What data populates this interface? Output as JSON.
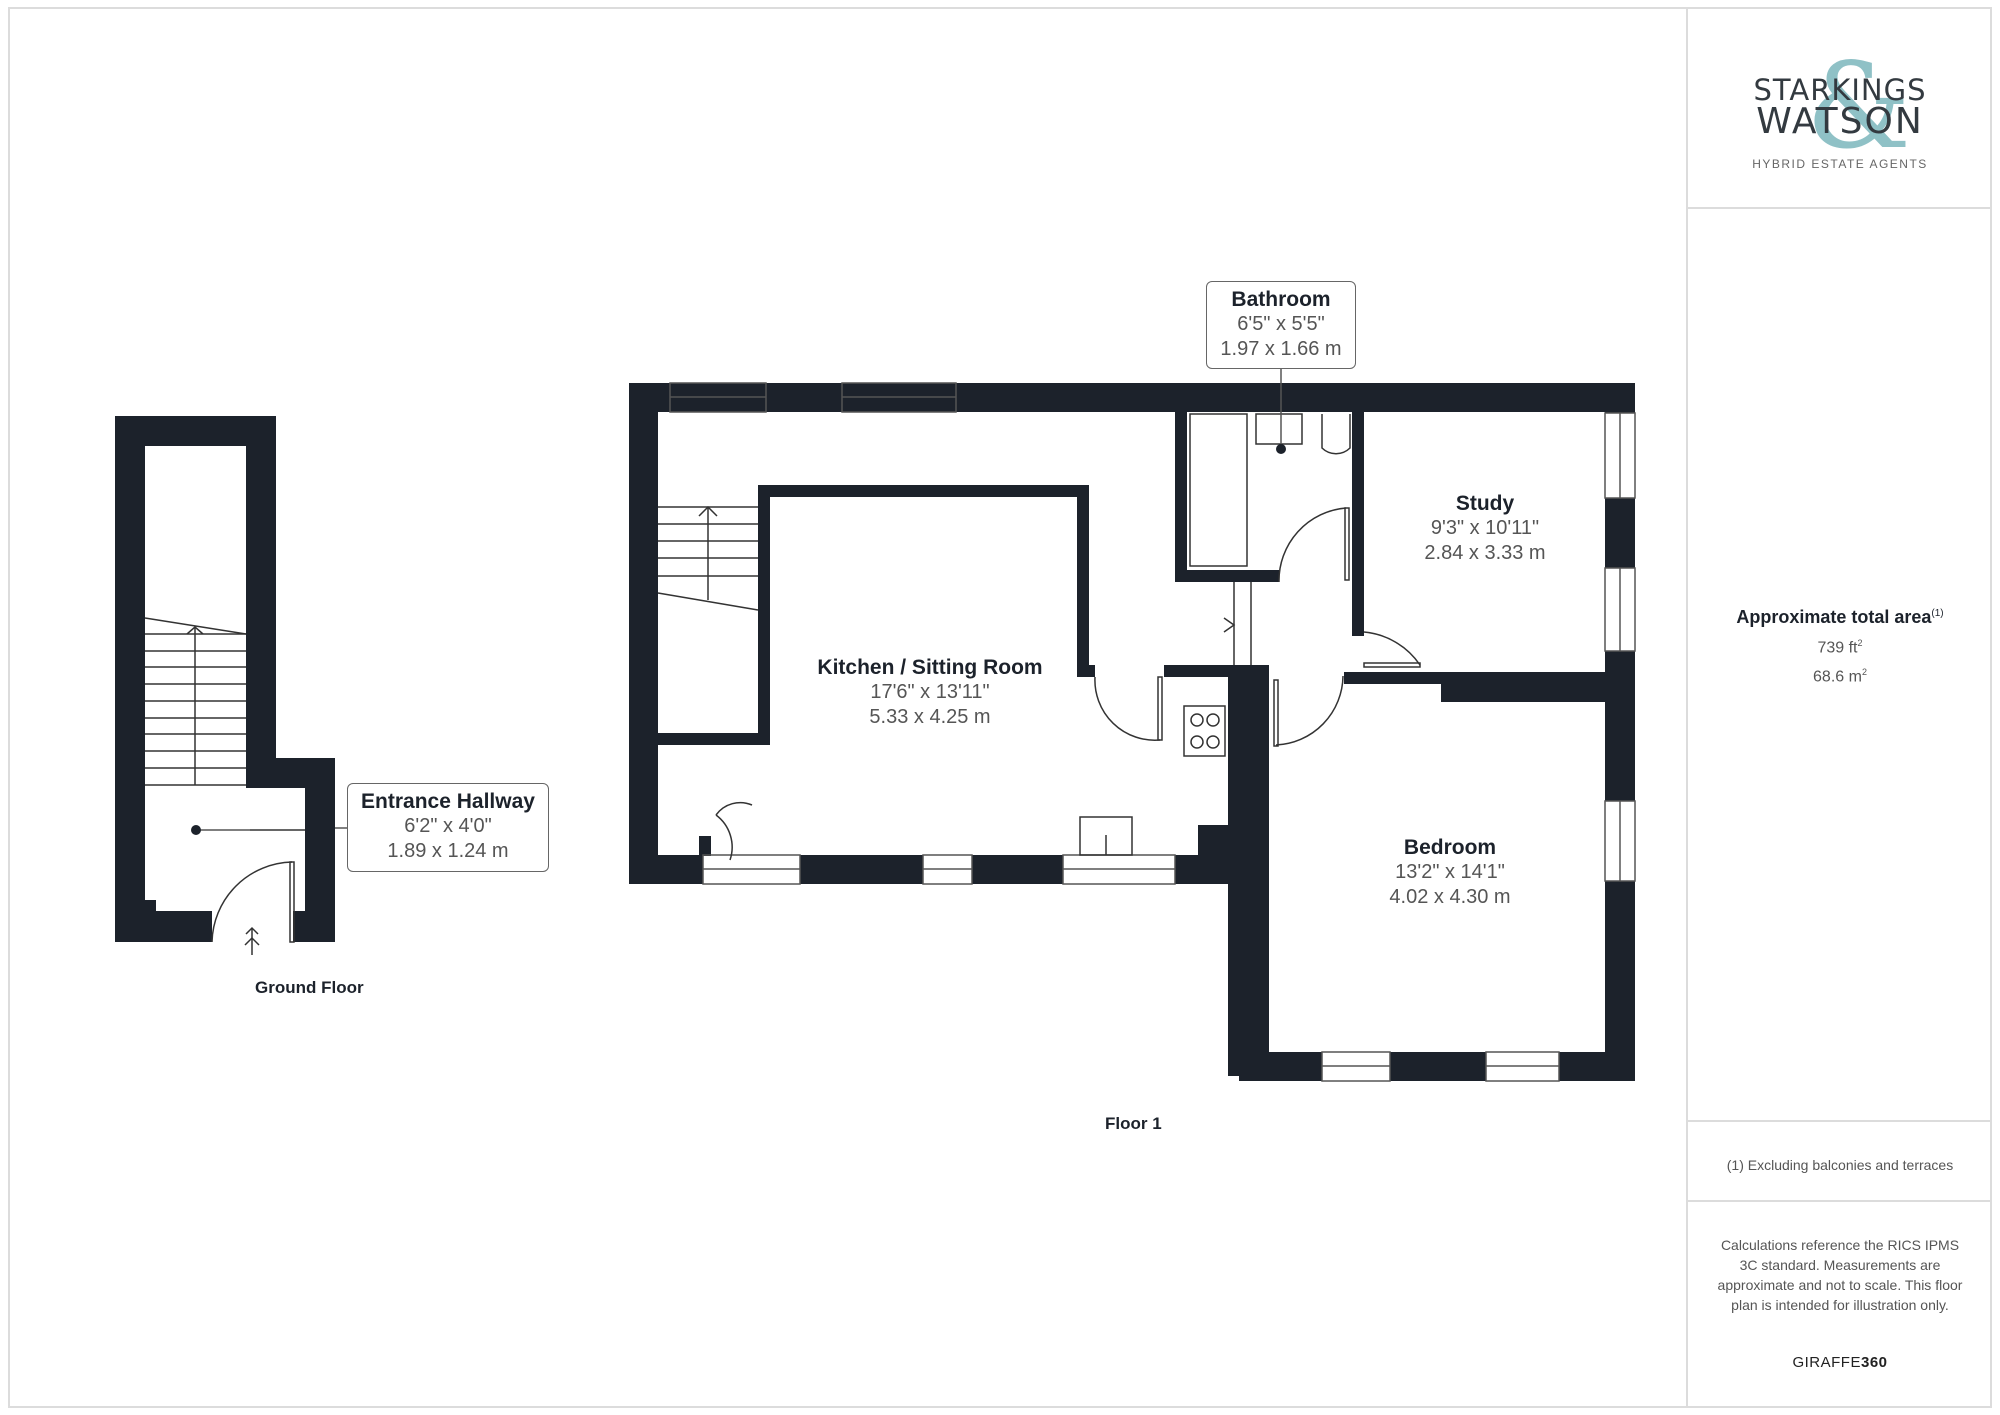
{
  "brand": {
    "line1": "STARKINGS",
    "line2": "WATSON",
    "ampersand": "&",
    "tagline": "HYBRID ESTATE AGENTS",
    "accent_color": "#8fc1c6",
    "text_color": "#333a40"
  },
  "summary": {
    "title": "Approximate total area",
    "title_footnote": "(1)",
    "area_imperial_value": "739 ft",
    "area_imperial_unit_sup": "2",
    "area_metric_value": "68.6 m",
    "area_metric_unit_sup": "2",
    "footnote": "(1) Excluding balconies and terraces",
    "disclaimer": "Calculations reference the RICS IPMS 3C standard. Measurements are approximate and not to scale. This floor plan is intended for illustration only.",
    "credit_light": "GIRAFFE",
    "credit_bold": "360"
  },
  "floors": [
    {
      "name": "Ground Floor"
    },
    {
      "name": "Floor 1"
    }
  ],
  "rooms": [
    {
      "name": "Entrance Hallway",
      "imperial": "6'2\" x 4'0\"",
      "metric": "1.89 x 1.24 m"
    },
    {
      "name": "Kitchen / Sitting Room",
      "imperial": "17'6\" x 13'11\"",
      "metric": "5.33 x 4.25 m"
    },
    {
      "name": "Bathroom",
      "imperial": "6'5\" x 5'5\"",
      "metric": "1.97 x 1.66 m"
    },
    {
      "name": "Study",
      "imperial": "9'3\" x 10'11\"",
      "metric": "2.84 x 3.33 m"
    },
    {
      "name": "Bedroom",
      "imperial": "13'2\" x 14'1\"",
      "metric": "4.02 x 4.30 m"
    }
  ],
  "colors": {
    "wall": "#1c222b",
    "border": "#dcdcdc"
  }
}
